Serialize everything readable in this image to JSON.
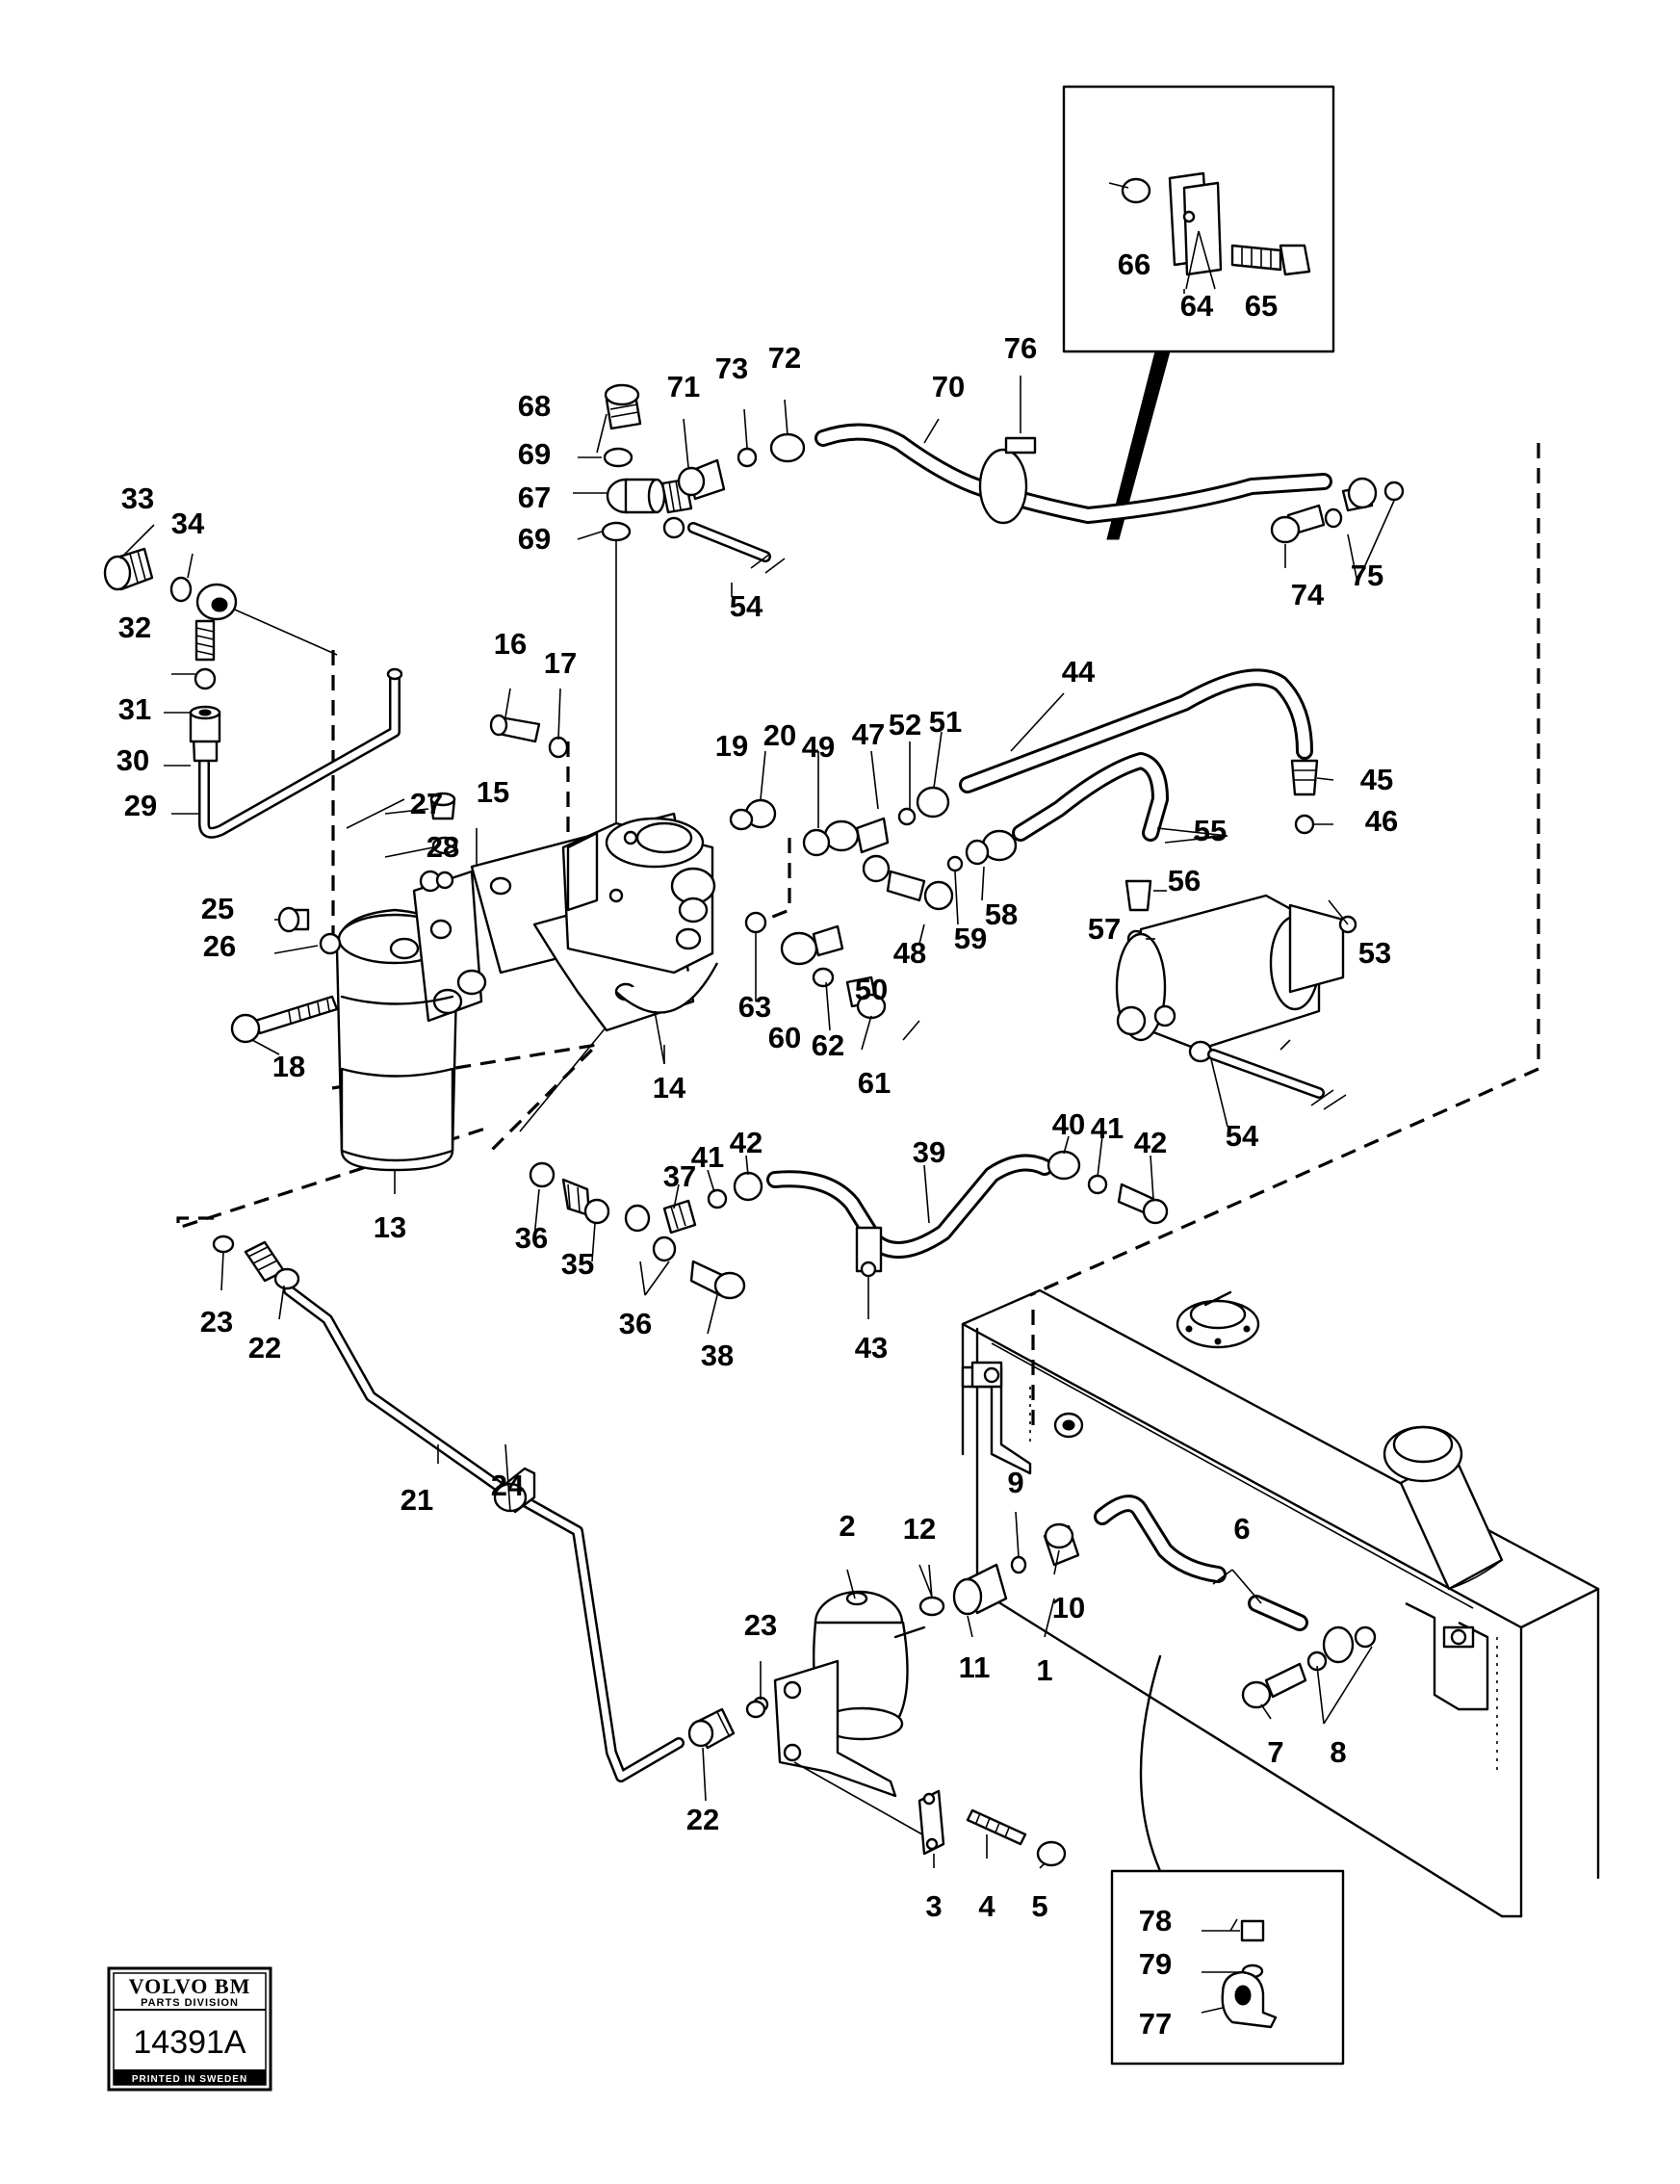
{
  "badge": {
    "brand": "VOLVO BM",
    "division": "PARTS DIVISION",
    "drawing_number": "14391A",
    "printed": "PRINTED IN SWEDEN"
  },
  "callouts": [
    "1",
    "2",
    "3",
    "4",
    "5",
    "6",
    "7",
    "8",
    "9",
    "10",
    "11",
    "12",
    "13",
    "14",
    "15",
    "16",
    "17",
    "18",
    "19",
    "20",
    "21",
    "22",
    "22",
    "23",
    "23",
    "24",
    "25",
    "26",
    "27",
    "28",
    "29",
    "30",
    "31",
    "32",
    "33",
    "34",
    "35",
    "36",
    "36",
    "37",
    "38",
    "39",
    "40",
    "41",
    "41",
    "42",
    "42",
    "43",
    "44",
    "45",
    "46",
    "47",
    "48",
    "49",
    "50",
    "51",
    "52",
    "53",
    "54",
    "54",
    "55",
    "56",
    "57",
    "58",
    "59",
    "60",
    "61",
    "62",
    "63",
    "64",
    "65",
    "66",
    "67",
    "68",
    "69",
    "69",
    "70",
    "71",
    "72",
    "73",
    "74",
    "75",
    "76",
    "77",
    "78",
    "79"
  ]
}
